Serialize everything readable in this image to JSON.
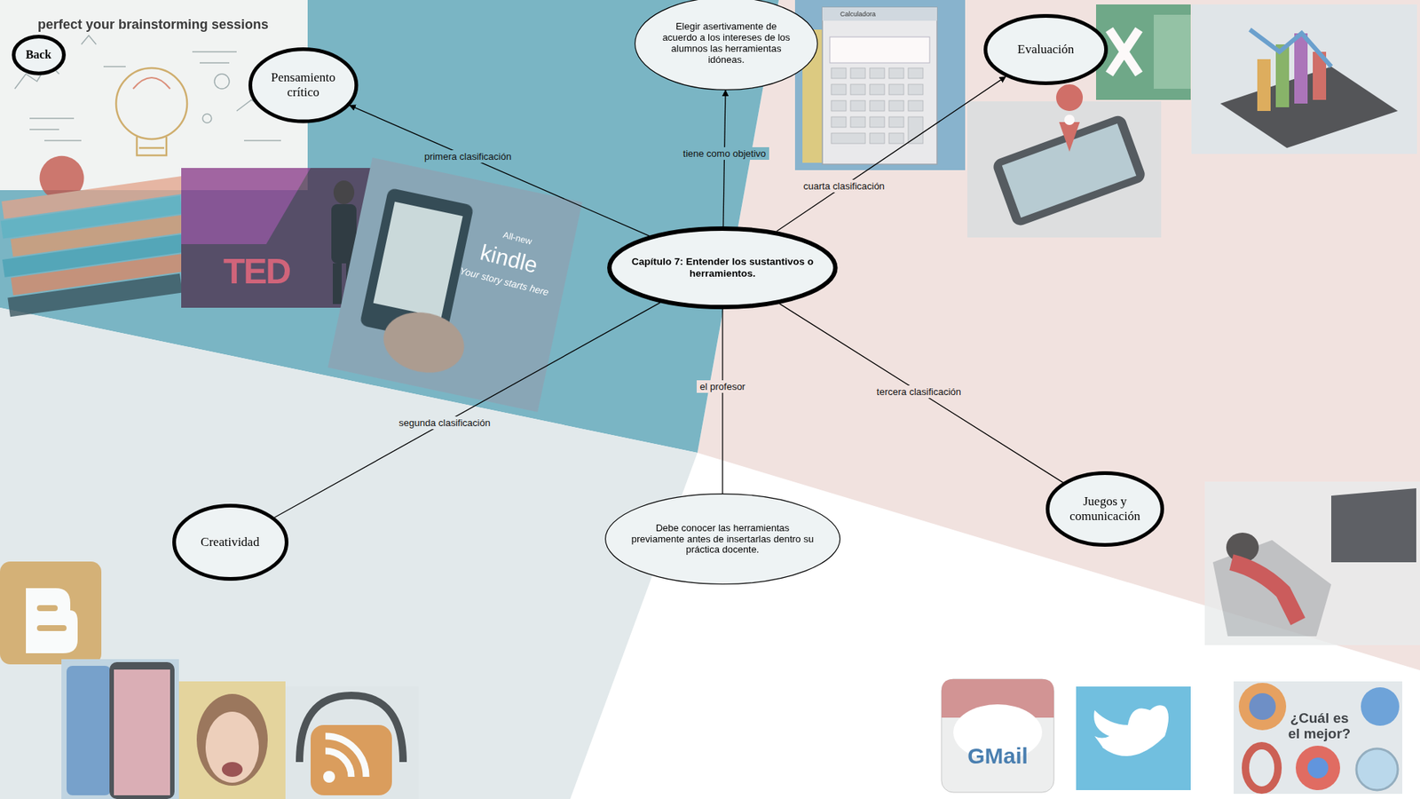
{
  "diagram": {
    "nodes": [
      {
        "text": [
          "Back"
        ]
      },
      {
        "text": [
          "Pensamiento crítico"
        ]
      },
      {
        "text": [
          "Elegir asertivamente de acuerdo a los intereses de los alumnos las herramientas idóneas."
        ]
      },
      {
        "text": [
          "Evaluación"
        ]
      },
      {
        "text": [
          "Capítulo 7: Entender los sustantivos o herramientos."
        ]
      },
      {
        "text": [
          "Creatividad"
        ]
      },
      {
        "text": [
          "Debe conocer las herramientas previamente antes de insertarlas dentro su práctica docente."
        ]
      },
      {
        "text": [
          "Juegos y comunicación"
        ]
      }
    ],
    "edges": [
      {
        "from": 4,
        "to": 1,
        "arrow": "to",
        "label": "primera clasificación"
      },
      {
        "from": 4,
        "to": 2,
        "arrow": "to",
        "label": "tiene como objetivo"
      },
      {
        "from": 4,
        "to": 3,
        "arrow": "to",
        "label": "cuarta clasificación"
      },
      {
        "from": 4,
        "to": 5,
        "arrow": "none",
        "label": "segunda clasificación"
      },
      {
        "from": 4,
        "to": 6,
        "arrow": "none",
        "label": "el profesor"
      },
      {
        "from": 4,
        "to": 7,
        "arrow": "none",
        "label": "tercera clasificación"
      }
    ],
    "labels": [
      "perfect your brainstorming sessions",
      "TED",
      "All-new",
      "kindle",
      "Your story starts here",
      "Calculadora",
      "¿Cuál es el mejor?",
      "GMail"
    ]
  }
}
